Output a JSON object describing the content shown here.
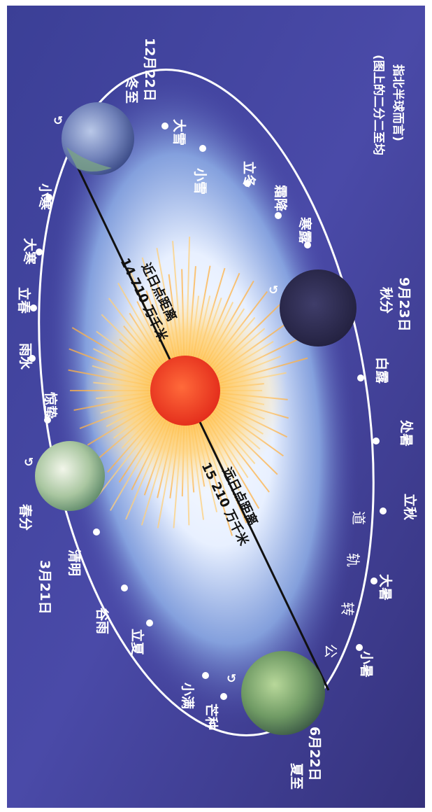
{
  "note_line1": "(图上的二分二至均",
  "note_line2": "指北半球而言)",
  "orbit_label": [
    "公",
    "转",
    "轨",
    "道"
  ],
  "perihelion_label": "近日点距离",
  "perihelion_value": "14 710 万千米",
  "aphelion_label": "远日点距离",
  "aphelion_value": "15 210 万千米",
  "earth_positions": [
    {
      "name": "冬至",
      "date": "12月22日"
    },
    {
      "name": "秋分",
      "date": "9月23日"
    },
    {
      "name": "夏至",
      "date": "6月22日"
    },
    {
      "name": "春分",
      "date": "3月21日"
    }
  ],
  "solar_terms": [
    "大雪",
    "小雪",
    "立冬",
    "霜降",
    "寒露",
    "白露",
    "处暑",
    "立秋",
    "大暑",
    "小暑",
    "芒种",
    "小满",
    "立夏",
    "谷雨",
    "清明",
    "惊蛰",
    "雨水",
    "立春",
    "大寒",
    "小寒"
  ],
  "colors": {
    "space": "#3e3a8c",
    "glow": "#eaf2ff",
    "sun": "#f0412a",
    "orbit": "#ffffff",
    "text": "#ffffff",
    "line": "#111111"
  }
}
